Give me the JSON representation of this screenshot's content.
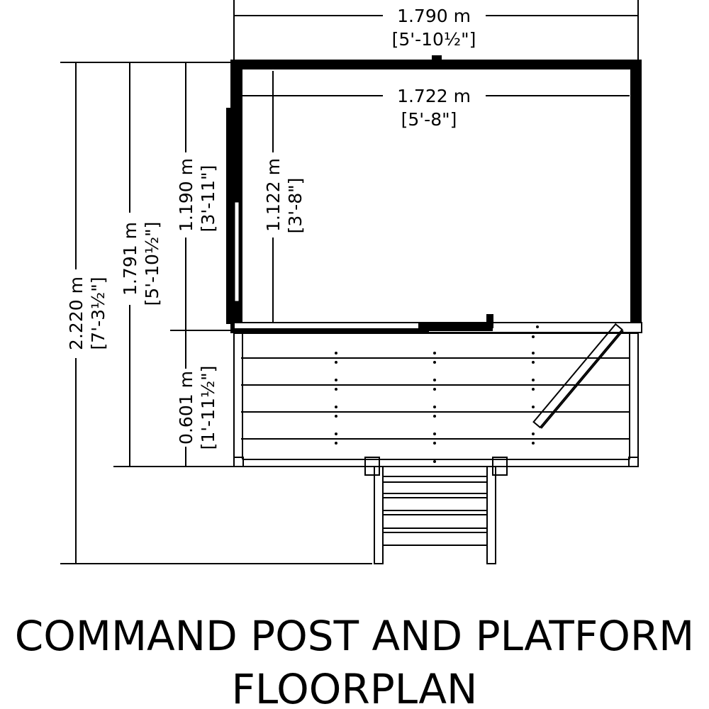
{
  "dimensions": {
    "overall_width": {
      "metric": "1.790 m",
      "imperial": "[5'-10½\"]"
    },
    "internal_width": {
      "metric": "1.722 m",
      "imperial": "[5'-8\"]"
    },
    "overall_depth": {
      "metric": "2.220 m",
      "imperial": "[7'-3½\"]"
    },
    "building_plus_deck_depth": {
      "metric": "1.791 m",
      "imperial": "[5'-10½\"]"
    },
    "building_depth": {
      "metric": "1.190 m",
      "imperial": "[3'-11\"]"
    },
    "internal_depth": {
      "metric": "1.122 m",
      "imperial": "[3'-8\"]"
    },
    "deck_depth": {
      "metric": "0.601 m",
      "imperial": "[1'-11½\"]"
    }
  },
  "title": {
    "line1": "COMMAND POST AND PLATFORM",
    "line2": "FLOORPLAN"
  }
}
